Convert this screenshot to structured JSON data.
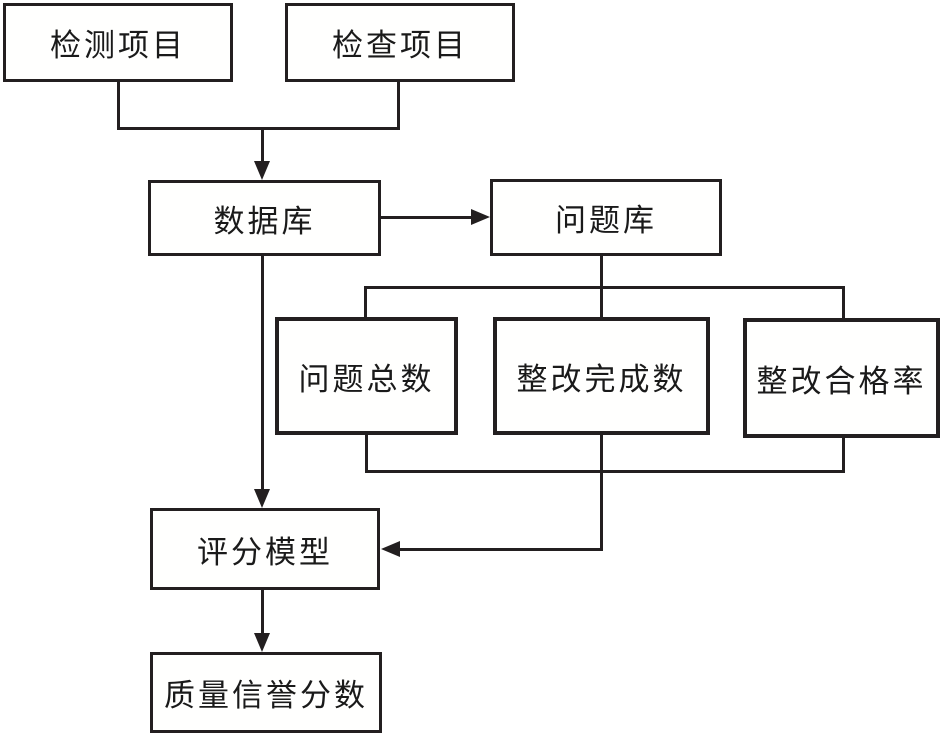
{
  "diagram": {
    "title": "quality-reputation-scoring-flowchart",
    "nodes": {
      "detection_project": {
        "label": "检测项目"
      },
      "inspection_project": {
        "label": "检查项目"
      },
      "database": {
        "label": "数据库"
      },
      "problem_library": {
        "label": "问题库"
      },
      "problem_total": {
        "label": "问题总数"
      },
      "rectification_completed": {
        "label": "整改完成数"
      },
      "rectification_pass_rate": {
        "label": "整改合格率"
      },
      "scoring_model": {
        "label": "评分模型"
      },
      "quality_reputation_score": {
        "label": "质量信誉分数"
      }
    },
    "edges": [
      {
        "from": "detection_project",
        "to": "database",
        "arrow": true
      },
      {
        "from": "inspection_project",
        "to": "database",
        "arrow": true
      },
      {
        "from": "database",
        "to": "problem_library",
        "arrow": true
      },
      {
        "from": "database",
        "to": "scoring_model",
        "arrow": true
      },
      {
        "from": "problem_library",
        "to": "problem_total",
        "arrow": false
      },
      {
        "from": "problem_library",
        "to": "rectification_completed",
        "arrow": false
      },
      {
        "from": "problem_library",
        "to": "rectification_pass_rate",
        "arrow": false
      },
      {
        "from": "problem_total",
        "to": "scoring_model",
        "arrow": true
      },
      {
        "from": "rectification_completed",
        "to": "scoring_model",
        "arrow": true
      },
      {
        "from": "rectification_pass_rate",
        "to": "scoring_model",
        "arrow": true
      },
      {
        "from": "scoring_model",
        "to": "quality_reputation_score",
        "arrow": true
      }
    ],
    "colors": {
      "line": "#231f20",
      "background": "#ffffff",
      "box_fill": "#fffffe",
      "text": "#1a1a1a"
    }
  }
}
